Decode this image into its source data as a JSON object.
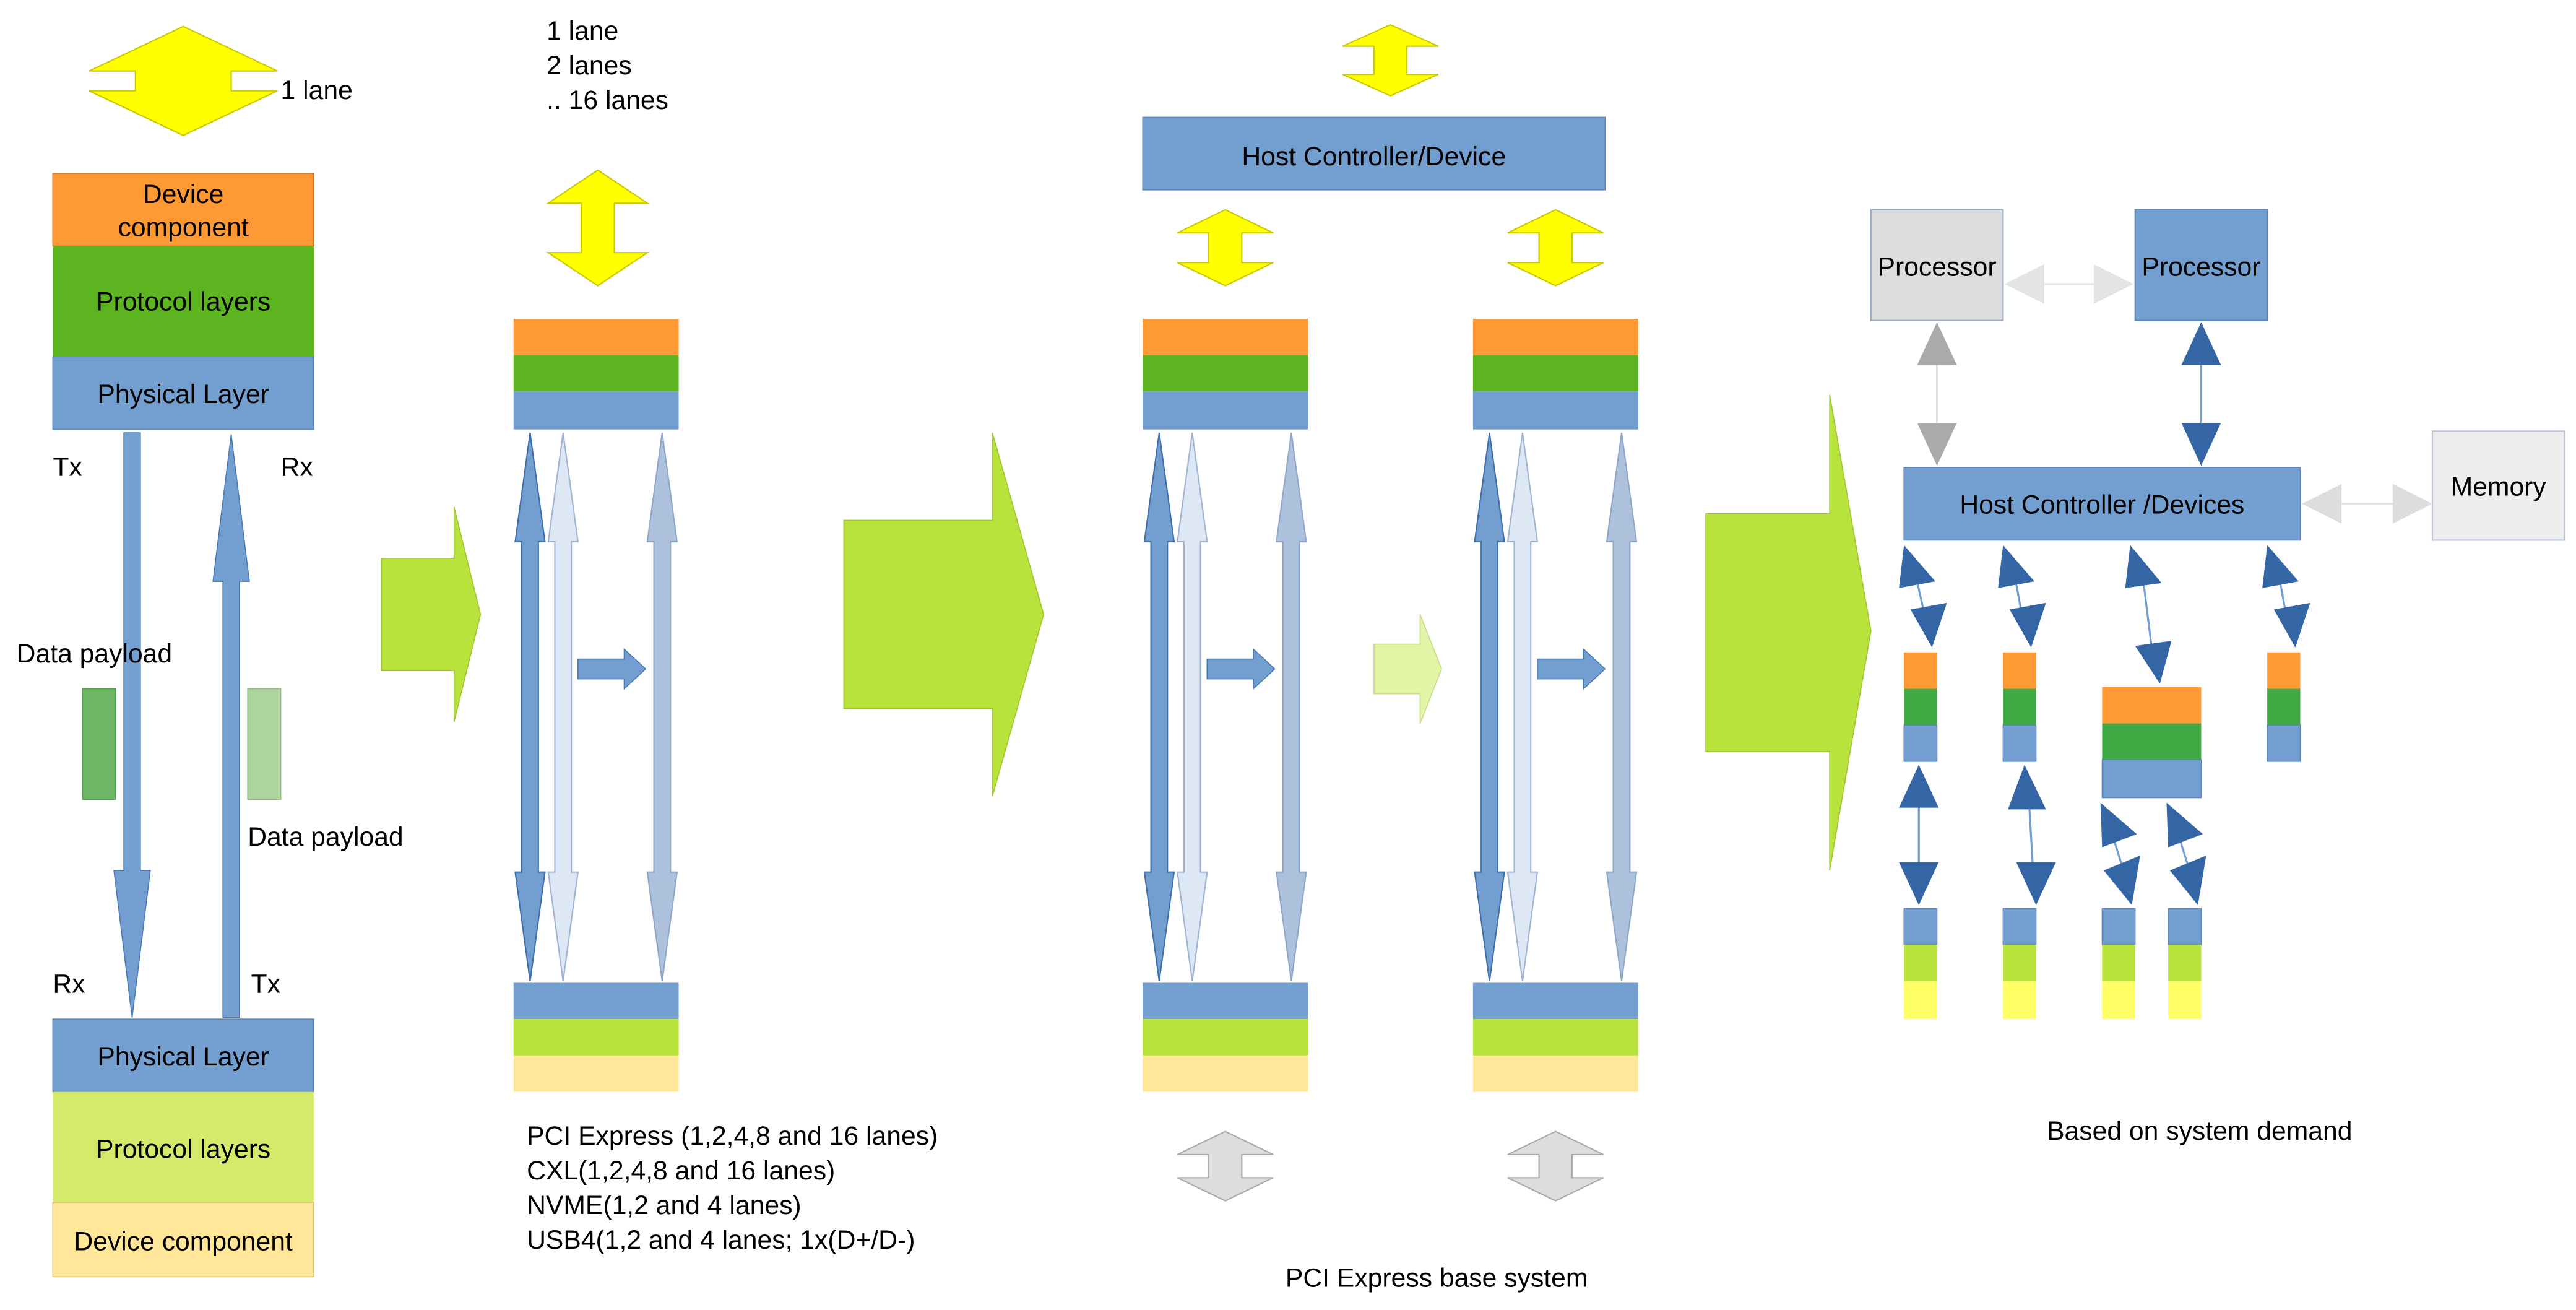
{
  "colors": {
    "orange": "#FF9933",
    "green": "#5CB520",
    "blue": "#729FCF",
    "lightgreen": "#D4EA6B",
    "paleyellow": "#FFE699",
    "lime": "#B7E33B",
    "limepale": "#E2F4A6",
    "arrowyellow": "#FFFF00",
    "paleblue": "#DEE7F4",
    "midblue": "#ADC0DC",
    "darkblue": "#3465A4",
    "grey": "#DDDDDD",
    "greyarrow": "#AAAAAA",
    "memory": "#EEEEEE",
    "payload_dark": "#6DB764",
    "payload_light": "#AED49E",
    "sig_orange": "#FF9933",
    "sig_green": "#3FAA44",
    "sig_yellow": "#FFFF66"
  },
  "panel1": {
    "lane_label": "1 lane",
    "top_stack": {
      "device_component": "Device\ncomponent",
      "protocol_layers": "Protocol layers",
      "physical_layer": "Physical Layer"
    },
    "tx_top": "Tx",
    "rx_top": "Rx",
    "data_payload_left": "Data payload",
    "data_payload_right": "Data payload",
    "rx_bottom": "Rx",
    "tx_bottom": "Tx",
    "bottom_stack": {
      "physical_layer": "Physical Layer",
      "protocol_layers": "Protocol layers",
      "device_component": "Device component"
    }
  },
  "panel2": {
    "lanes_label": [
      "1 lane",
      "2 lanes",
      ".. 16 lanes"
    ],
    "protocols": [
      "PCI Express (1,2,4,8 and 16 lanes)",
      "CXL(1,2,4,8 and 16 lanes)",
      "NVME(1,2 and 4 lanes)",
      "USB4(1,2 and 4 lanes; 1x(D+/D-)"
    ]
  },
  "panel3": {
    "host_controller": "Host Controller/Device",
    "caption": "PCI Express base system"
  },
  "panel4": {
    "processor_1": "Processor",
    "processor_2": "Processor",
    "host_controller": "Host Controller /Devices",
    "memory": "Memory",
    "caption": "Based on system demand"
  }
}
